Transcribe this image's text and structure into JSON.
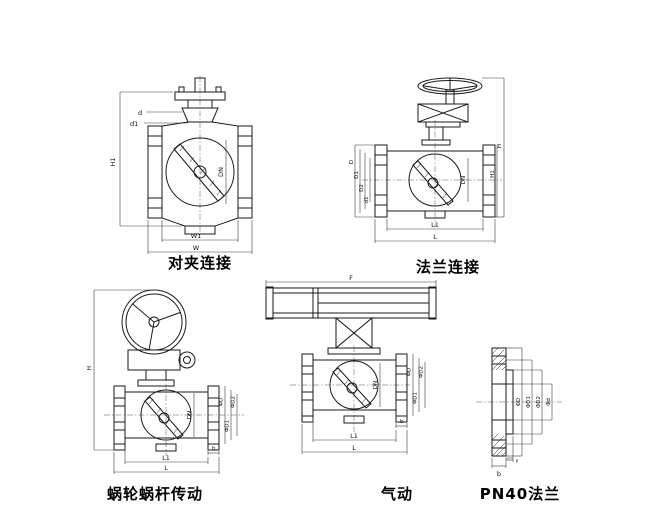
{
  "figures": {
    "wafer": {
      "caption": "对夹连接",
      "dims": {
        "d": "d",
        "d1": "d1",
        "dn": "DN",
        "h1": "H1",
        "w1": "W1",
        "w": "W"
      }
    },
    "flanged": {
      "caption": "法兰连接",
      "dims": {
        "D": "D",
        "D1": "D1",
        "D2": "D2",
        "d1": "d1",
        "dn": "DN",
        "h": "H",
        "h1": "H1",
        "l1": "L1",
        "l": "L"
      }
    },
    "worm": {
      "caption": "蜗轮蜗杆传动",
      "dims": {
        "h": "H",
        "phiD": "ΦD",
        "phiD1": "ΦD1",
        "phiD2": "ΦD2",
        "dn": "DN",
        "b": "b",
        "l1": "L1",
        "l": "L"
      }
    },
    "pneumatic": {
      "caption": "气动",
      "dims": {
        "f": "F",
        "phiD": "ΦD",
        "phiD1": "ΦD1",
        "phiD2": "ΦD2",
        "dn": "DN",
        "b": "b",
        "l1": "L1",
        "l": "L"
      }
    },
    "pn40": {
      "caption": "PN40法兰",
      "dims": {
        "phiD": "ΦD",
        "phiD1": "ΦD1",
        "phiD2": "ΦD2",
        "phid": "Φd",
        "b": "b",
        "f": "f"
      }
    }
  },
  "colors": {
    "line": "#1a1a1a",
    "dim_line": "#3a3a3a",
    "background": "#ffffff",
    "text": "#000000"
  }
}
